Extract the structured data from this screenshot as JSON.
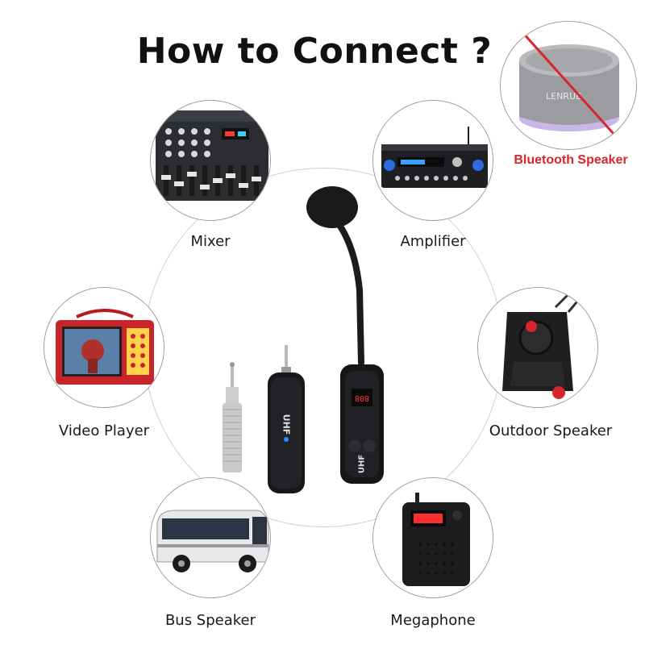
{
  "title": "How to Connect ?",
  "devices": [
    {
      "label": "Mixer",
      "icon": "mixer-icon"
    },
    {
      "label": "Amplifier",
      "icon": "amplifier-icon"
    },
    {
      "label": "Video Player",
      "icon": "video-player-icon"
    },
    {
      "label": "Outdoor Speaker",
      "icon": "outdoor-speaker-icon"
    },
    {
      "label": "Bus Speaker",
      "icon": "bus-icon"
    },
    {
      "label": "Megaphone",
      "icon": "megaphone-icon"
    }
  ],
  "not_supported": {
    "label": "Bluetooth Speaker",
    "icon": "bluetooth-speaker-icon",
    "brand": "LENRUE",
    "accent_color": "#d9262c"
  },
  "product": {
    "receiver_text": "UHF",
    "transmitter_text": "UHF",
    "display_value": "808",
    "adapter_icon": "jack-adapter-icon"
  }
}
